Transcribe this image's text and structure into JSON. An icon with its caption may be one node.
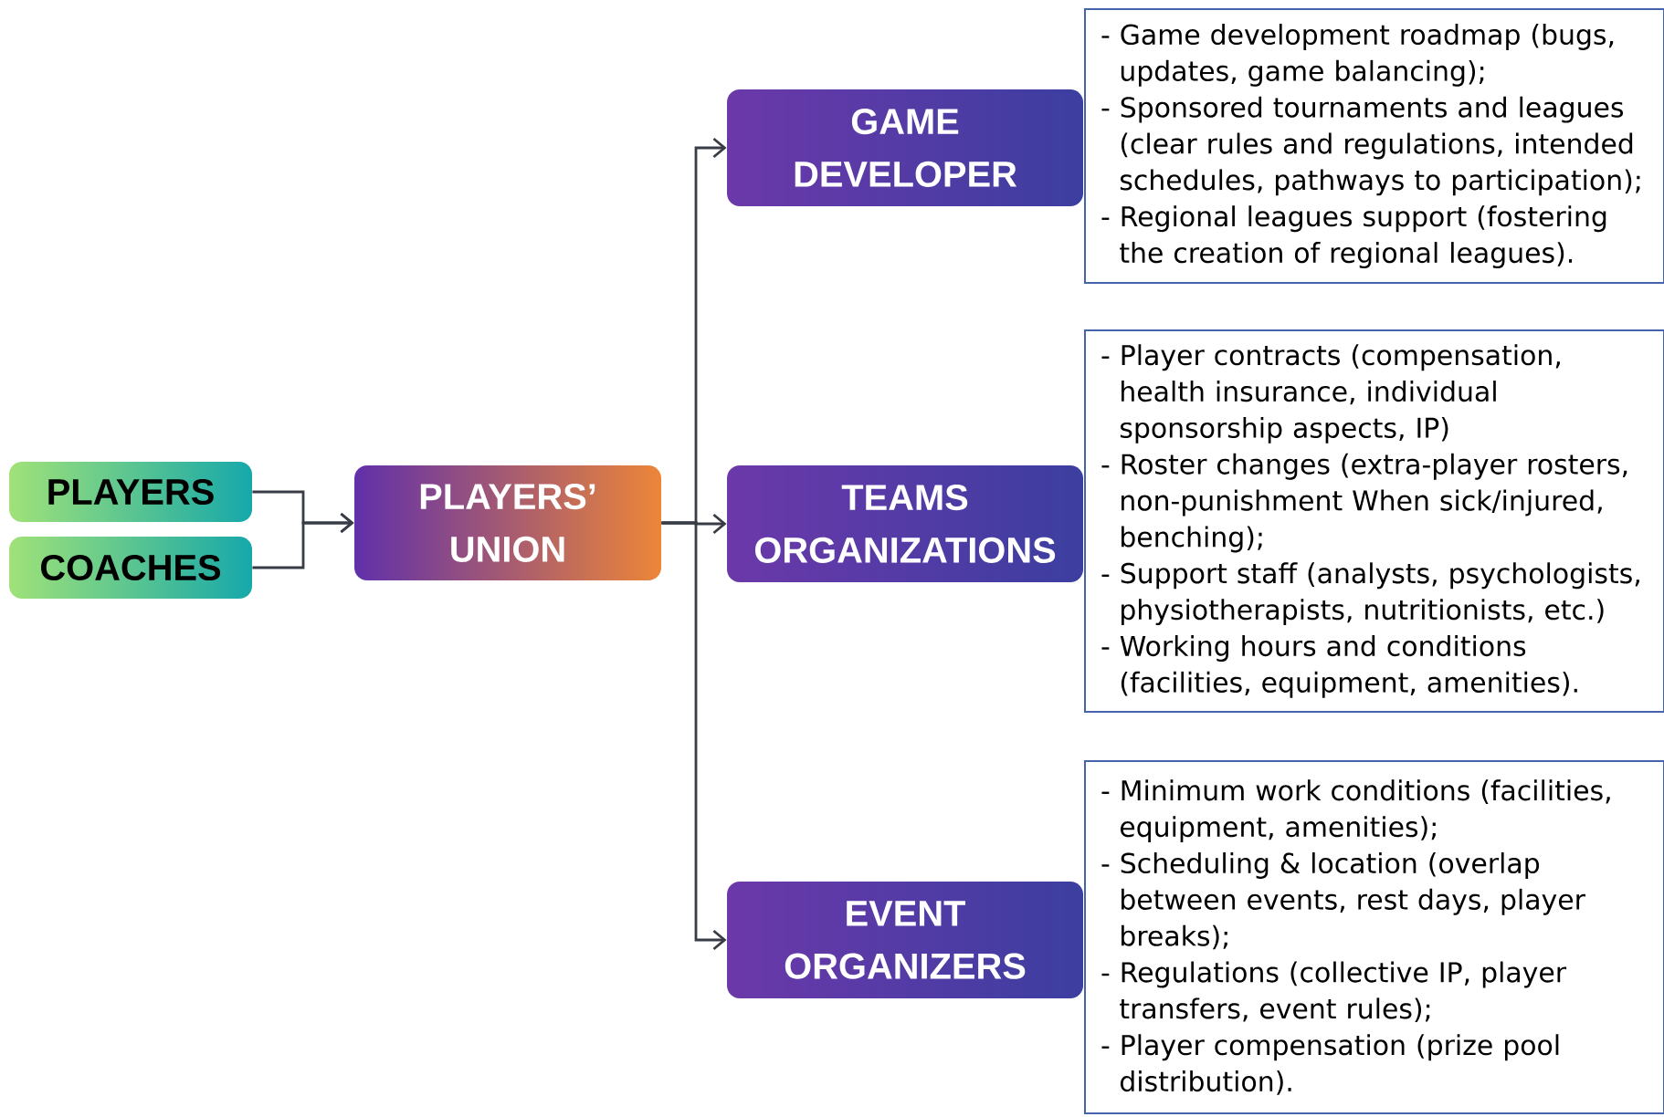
{
  "diagram": {
    "nodes": [
      {
        "text": [
          "PLAYERS"
        ]
      },
      {
        "text": [
          "COACHES"
        ]
      },
      {
        "text": [
          "PLAYERS’ UNION"
        ]
      },
      {
        "text": [
          "GAME DEVELOPER"
        ]
      },
      {
        "text": [
          "TEAMS ORGANIZATIONS"
        ]
      },
      {
        "text": [
          "EVENT ORGANIZERS"
        ]
      },
      {
        "text": [
          "- Game development roadmap (bugs, updates, game balancing);",
          "- Sponsored tournaments and leagues (clear rules and regulations, intended schedules, pathways to participation);",
          "- Regional leagues support (fostering the creation of regional leagues)."
        ]
      },
      {
        "text": [
          "- Player contracts (compensation, health insurance, individual sponsorship aspects, IP)",
          "- Roster changes (extra-player rosters, non-punishment When sick/injured, benching);",
          "- Support staff (analysts, psychologists, physiotherapists, nutritionists, etc.)",
          "- Working hours and conditions (facilities, equipment, amenities)."
        ]
      },
      {
        "text": [
          "- Minimum work conditions (facilities, equipment, amenities);",
          "- Scheduling & location (overlap between events, rest days, player breaks);",
          "- Regulations (collective IP, player transfers, event rules);",
          "- Player compensation (prize pool distribution)."
        ]
      }
    ],
    "edges": [
      {
        "from": 0,
        "to": 2,
        "arrow": "to"
      },
      {
        "from": 1,
        "to": 2,
        "arrow": "to"
      },
      {
        "from": 2,
        "to": 3,
        "arrow": "to"
      },
      {
        "from": 2,
        "to": 4,
        "arrow": "to"
      },
      {
        "from": 2,
        "to": 5,
        "arrow": "to"
      }
    ]
  }
}
